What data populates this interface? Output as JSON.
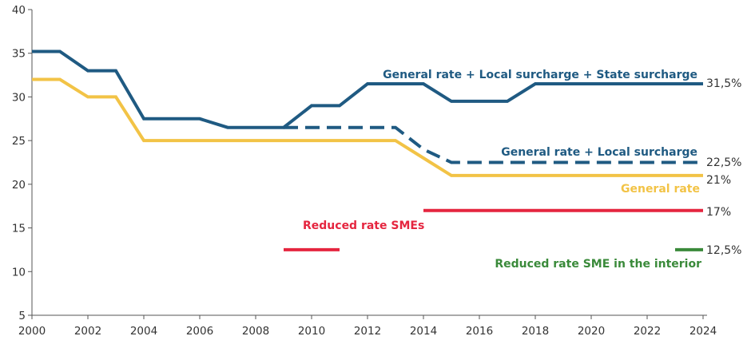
{
  "chart_data": {
    "type": "line",
    "title": "",
    "xlabel": "",
    "ylabel": "",
    "xlim": [
      2000,
      2024
    ],
    "ylim": [
      5,
      40
    ],
    "x_ticks": [
      2000,
      2002,
      2004,
      2006,
      2008,
      2010,
      2012,
      2014,
      2016,
      2018,
      2020,
      2022,
      2024
    ],
    "y_ticks": [
      5,
      10,
      15,
      20,
      25,
      30,
      35,
      40
    ],
    "grid": false,
    "legend": "inline",
    "series": [
      {
        "name": "General rate + Local surcharge + State surcharge",
        "color": "#1f5a82",
        "dash": false,
        "end_label": "31,5%",
        "points": [
          [
            2000,
            35.2
          ],
          [
            2001,
            35.2
          ],
          [
            2002,
            33
          ],
          [
            2003,
            33
          ],
          [
            2004,
            27.5
          ],
          [
            2005,
            27.5
          ],
          [
            2006,
            27.5
          ],
          [
            2007,
            26.5
          ],
          [
            2008,
            26.5
          ],
          [
            2009,
            26.5
          ],
          [
            2010,
            29
          ],
          [
            2011,
            29
          ],
          [
            2012,
            31.5
          ],
          [
            2013,
            31.5
          ],
          [
            2014,
            31.5
          ],
          [
            2015,
            29.5
          ],
          [
            2016,
            29.5
          ],
          [
            2017,
            29.5
          ],
          [
            2018,
            31.5
          ],
          [
            2019,
            31.5
          ],
          [
            2020,
            31.5
          ],
          [
            2021,
            31.5
          ],
          [
            2022,
            31.5
          ],
          [
            2023,
            31.5
          ],
          [
            2024,
            31.5
          ]
        ]
      },
      {
        "name": "General rate + Local surcharge",
        "color": "#1f5a82",
        "dash": true,
        "end_label": "22,5%",
        "points": [
          [
            2009,
            26.5
          ],
          [
            2010,
            26.5
          ],
          [
            2011,
            26.5
          ],
          [
            2012,
            26.5
          ],
          [
            2013,
            26.5
          ],
          [
            2014,
            24
          ],
          [
            2015,
            22.5
          ],
          [
            2016,
            22.5
          ],
          [
            2017,
            22.5
          ],
          [
            2018,
            22.5
          ],
          [
            2019,
            22.5
          ],
          [
            2020,
            22.5
          ],
          [
            2021,
            22.5
          ],
          [
            2022,
            22.5
          ],
          [
            2023,
            22.5
          ],
          [
            2024,
            22.5
          ]
        ]
      },
      {
        "name": "General rate",
        "color": "#f2c346",
        "dash": false,
        "end_label": "21%",
        "points": [
          [
            2000,
            32
          ],
          [
            2001,
            32
          ],
          [
            2002,
            30
          ],
          [
            2003,
            30
          ],
          [
            2004,
            25
          ],
          [
            2005,
            25
          ],
          [
            2006,
            25
          ],
          [
            2007,
            25
          ],
          [
            2008,
            25
          ],
          [
            2009,
            25
          ],
          [
            2010,
            25
          ],
          [
            2011,
            25
          ],
          [
            2012,
            25
          ],
          [
            2013,
            25
          ],
          [
            2014,
            23
          ],
          [
            2015,
            21
          ],
          [
            2016,
            21
          ],
          [
            2017,
            21
          ],
          [
            2018,
            21
          ],
          [
            2019,
            21
          ],
          [
            2020,
            21
          ],
          [
            2021,
            21
          ],
          [
            2022,
            21
          ],
          [
            2023,
            21
          ],
          [
            2024,
            21
          ]
        ]
      },
      {
        "name": "Reduced rate SMEs",
        "color": "#e5253f",
        "dash": false,
        "end_label": "17%",
        "segments": [
          [
            [
              2009,
              12.5
            ],
            [
              2011,
              12.5
            ]
          ],
          [
            [
              2014,
              17
            ],
            [
              2024,
              17
            ]
          ]
        ]
      },
      {
        "name": "Reduced rate SME in the interior",
        "color": "#3a8a3a",
        "dash": false,
        "end_label": "12,5%",
        "points": [
          [
            2023,
            12.5
          ],
          [
            2024,
            12.5
          ]
        ]
      }
    ]
  }
}
